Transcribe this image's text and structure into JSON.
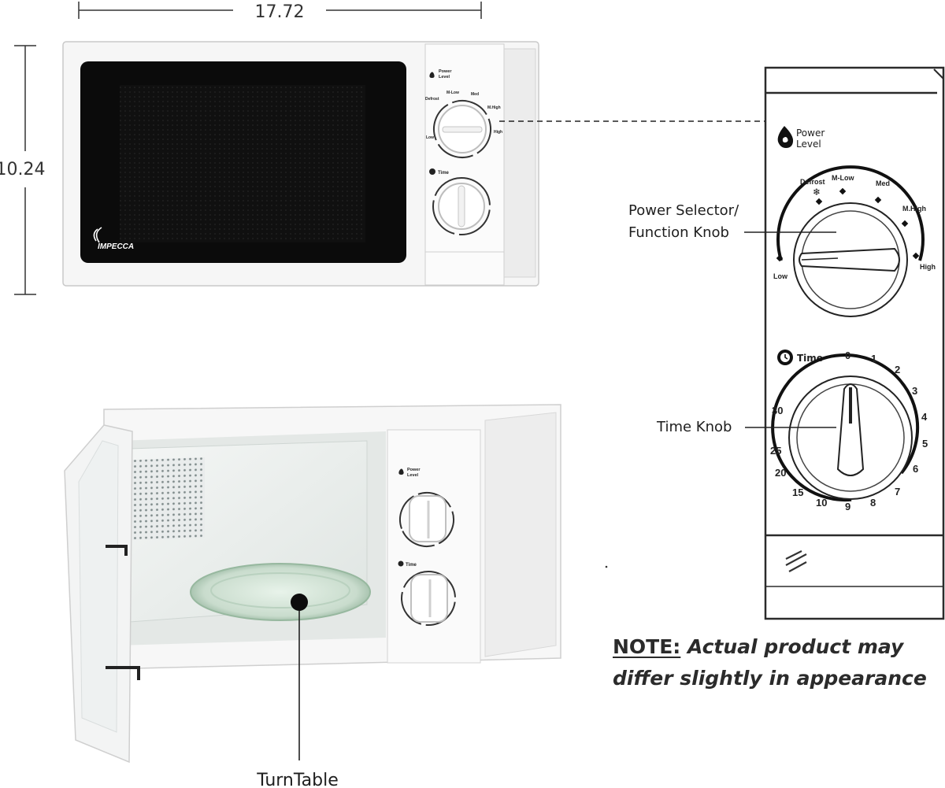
{
  "dimensions": {
    "width": "17.72",
    "height": "10.24"
  },
  "brand": "IMPECCA",
  "panel": {
    "power_title_line1": "Power",
    "power_title_line2": "Level",
    "power_levels": {
      "defrost": "Defrost",
      "mlow": "M-Low",
      "med": "Med",
      "mhigh": "M.High",
      "low": "Low",
      "high": "High"
    },
    "time_title": "Time",
    "time_marks": [
      "0",
      "1",
      "2",
      "3",
      "4",
      "5",
      "6",
      "7",
      "8",
      "9",
      "10",
      "15",
      "20",
      "25",
      "30"
    ]
  },
  "callouts": {
    "power_selector_line1": "Power Selector/",
    "power_selector_line2": "Function Knob",
    "time_knob": "Time Knob",
    "turntable": "TurnTable"
  },
  "note": {
    "prefix": "NOTE:",
    "text": " Actual product may differ slightly in appearance"
  }
}
